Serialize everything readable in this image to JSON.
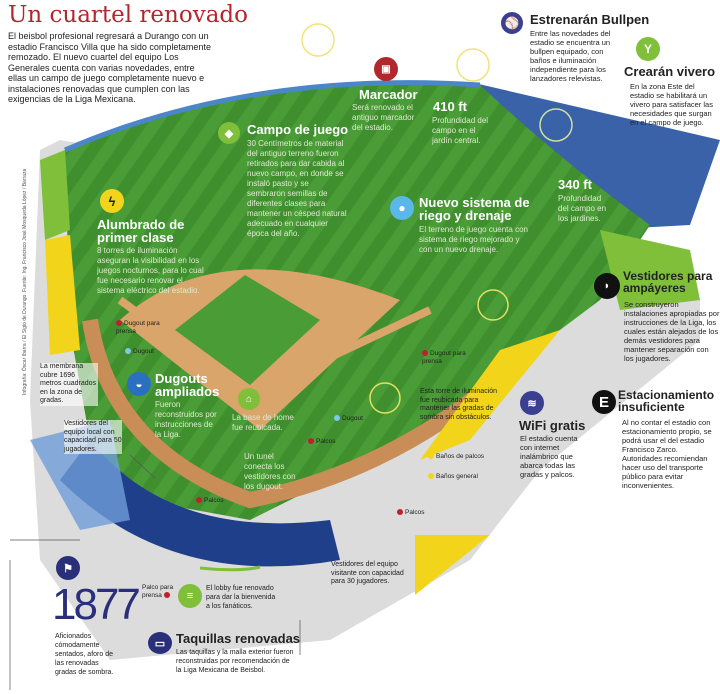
{
  "header": {
    "title": "Un cuartel renovado",
    "intro": "El beisbol profesional regresará a Durango con un estadio Francisco Villa que ha sido completamente remozado. El nuevo cuartel del equipo Los Generales cuenta con varias novedades, entre ellas un campo de juego completamente nuevo e instalaciones renovadas que cumplen con las exigencias de la Liga Mexicana."
  },
  "credit": "Infografía: Óscar Ibarra / El Siglo de Durango. Fuente: Ing. Francisco José Mosqueda López / Barraza",
  "features": {
    "marcador": {
      "title": "Marcador",
      "text": "Será renovado el antiguo marcador del estadio."
    },
    "f410": {
      "title": "410 ft",
      "text": "Profundidad del campo en el jardín central."
    },
    "campo": {
      "title": "Campo de juego",
      "text": "30 Centímetros de material del antiguo terreno fueron retirados para dar cabida al nuevo campo, en donde se instaló pasto y se sembraron semillas de diferentes clases para mantener un césped natural adecuado en cualquier época del año."
    },
    "bullpen": {
      "title": "Estrenarán Bullpen",
      "text": "Entre las novedades del estadio se encuentra un bullpen equipado, con baños e iluminación independiente para los lanzadores relevistas."
    },
    "vivero": {
      "title": "Crearán vivero",
      "text": "En la zona Este del estadio se habilitará un vivero para satisfacer las necesidades que surgan en el campo de juego."
    },
    "alumbrado": {
      "title": "Alumbrado de primer clase",
      "text": "8 torres de iluminación aseguran la visibilidad en los juegos nocturnos, para lo cual fue necesario renovar el sistema eléctrico del estadio."
    },
    "riego": {
      "title": "Nuevo sistema de riego y drenaje",
      "text": "El terreno de juego cuenta con sistema de riego mejorado y con un nuevo drenaje."
    },
    "f340": {
      "title": "340 ft",
      "text": "Profundidad del campo en los jardines."
    },
    "ampayeres": {
      "title": "Vestidores para ampáyeres",
      "text": "Se construyeron instalaciones apropiadas por instrucciones de la Liga, los cuales están alejados de los demás vestidores para mantener separación con los jugadores."
    },
    "estacionamiento": {
      "title": "Estacionamiento insuficiente",
      "text": "Al no contar el estadio con estacionamiento propio, se podrá usar el del estadio Francisco Zarco. Autoridades recomiendan hacer uso del transporte público para evitar inconvenientes.",
      "icon_letter": "E"
    },
    "wifi": {
      "title": "WiFi gratis",
      "text": "El estadio cuenta con internet inalámbrico que abarca todas las gradas y palcos."
    },
    "dugouts": {
      "title": "Dugouts ampliados",
      "text": "Fueron reconstruidos por instrucciones de la Liga."
    },
    "home": {
      "text": "La base de home fue reubicada."
    },
    "tunel": {
      "text": "Un tunel conecta los vestidores con los dugout."
    },
    "membrana": {
      "text": "La membrana cubre 1696 metros cuadrados en la zona de gradas."
    },
    "local": {
      "text": "Vestidores del equipo local con capacidad para 50 jugadores."
    },
    "visitante": {
      "text": "Vestidores del equipo visitante con capacidad para 30 jugadores."
    },
    "torre": {
      "text": "Esta torre de iluminación fue reubicada para mantener las gradas de sombra sin obstáculos."
    },
    "aforo": {
      "number": "1877",
      "text": "Aficionados cómodamente sentados, aforo de las renovadas gradas de sombra."
    },
    "lobby": {
      "text": "El lobby fue renovado para dar la bienvenida a los fanáticos."
    },
    "taquillas": {
      "title": "Taquillas renovadas",
      "text": "Las taquillas y la malla exterior fueron reconstruidas por recomendación de la Liga Mexicana de Beisbol."
    }
  },
  "labels": {
    "dugout_prensa_1": "Dugout para prensa",
    "dugout_1": "Dugout",
    "dugout_2": "Dugout",
    "palcos_1": "Palcos",
    "dugout_prensa_2": "Dugout para prensa",
    "banos_palcos": "Baños de palcos",
    "banos_general": "Baños general",
    "palcos_2": "Palcos",
    "palcos_3": "Palcos",
    "palco_prensa": "Palco para prensa"
  },
  "colors": {
    "title_red": "#b2262e",
    "grass": "#3f8f2f",
    "dirt": "#d9a56b",
    "bullpen_blue": "#3a62a8",
    "seats_blue": "#1f3f8a",
    "yellow": "#f2d51a",
    "navy": "#2a2f7a",
    "purple": "#3b3f8f"
  }
}
